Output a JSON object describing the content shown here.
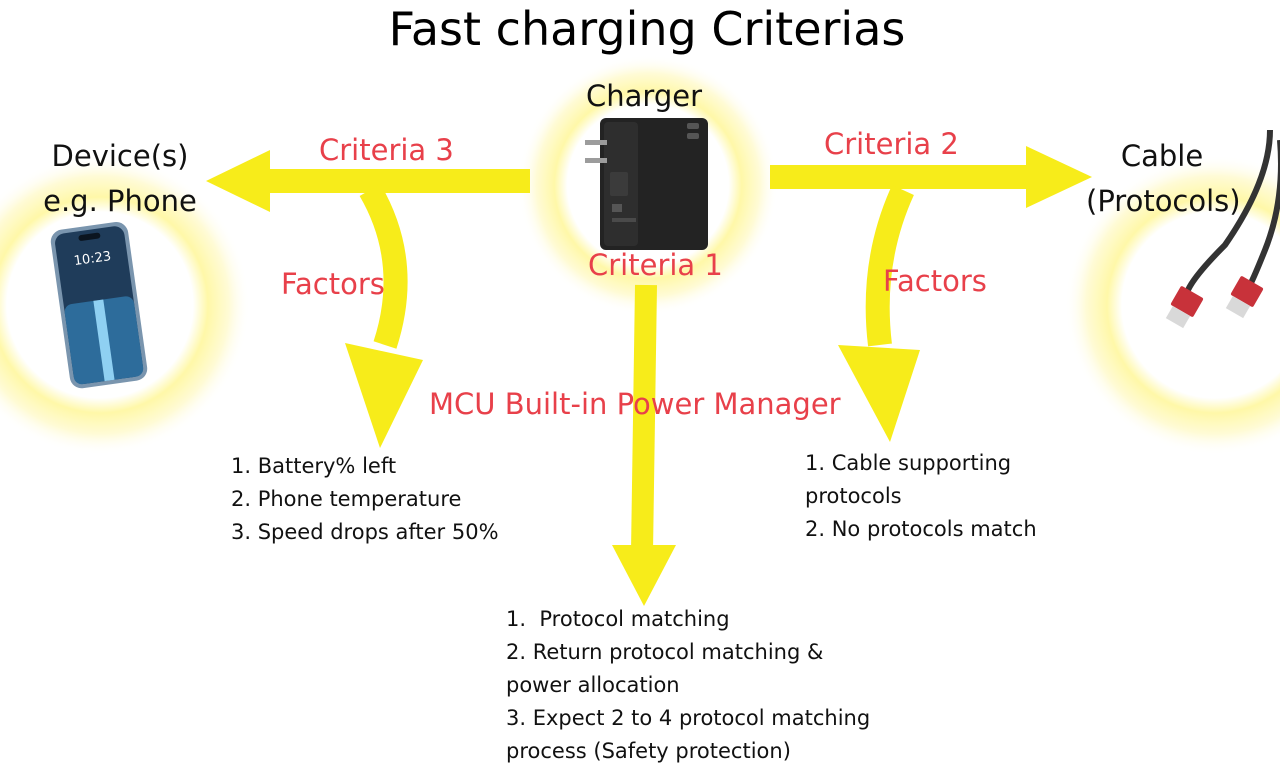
{
  "title": "Fast charging Criterias",
  "nodes": {
    "charger": {
      "label": "Charger"
    },
    "device": {
      "label_line1": "Device(s)",
      "label_line2": "e.g. Phone"
    },
    "cable": {
      "label_line1": "Cable",
      "label_line2": "(Protocols)"
    }
  },
  "edges": {
    "criteria1": "Criteria 1",
    "criteria2": "Criteria 2",
    "criteria3": "Criteria 3",
    "factors_left": "Factors",
    "factors_right": "Factors",
    "mcu": "MCU Built-in Power Manager"
  },
  "device_factors": [
    "1. Battery% left",
    "2. Phone temperature",
    "3. Speed drops after 50%"
  ],
  "cable_factors": [
    "1. Cable supporting",
    "protocols",
    "2. No protocols match"
  ],
  "charger_steps": [
    "1.  Protocol matching",
    "2. Return protocol matching &",
    "power allocation",
    "3. Expect 2 to 4 protocol matching",
    "process (Safety protection)"
  ],
  "colors": {
    "arrow": "#f7ec1a",
    "glow": "#fff59a",
    "label_red": "#e8404a"
  }
}
